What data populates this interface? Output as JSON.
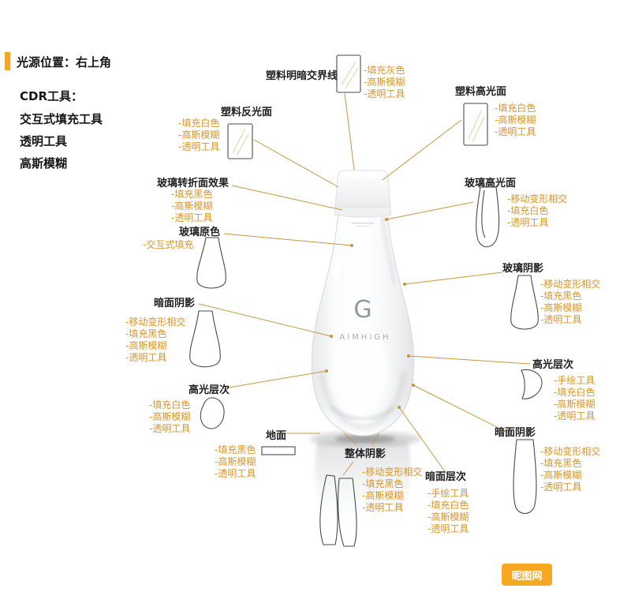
{
  "colors": {
    "accent": "#d9952a",
    "line": "#c79540",
    "bar": "#f2a52f"
  },
  "header": {
    "light_source": "光源位置：右上角",
    "tools_title": "CDR工具：",
    "tools": [
      "交互式填充工具",
      "透明工具",
      "高斯模糊"
    ]
  },
  "bottle": {
    "logo_letter": "G",
    "brand": "AIMHIGH"
  },
  "callouts": [
    {
      "title": "塑料明暗交界线",
      "items": [
        "-填充灰色",
        "-高斯模糊",
        "-透明工具"
      ]
    },
    {
      "title": "塑料高光面",
      "items": [
        "-填充白色",
        "-高斯模糊",
        "-透明工具"
      ]
    },
    {
      "title": "塑料反光面",
      "items": [
        "-填充白色",
        "-高斯模糊",
        "-透明工具"
      ]
    },
    {
      "title": "玻璃转折面效果",
      "items": [
        "-填充黑色",
        "-高斯模糊",
        "-透明工具"
      ]
    },
    {
      "title": "玻璃原色",
      "items": [
        "-交互式填充"
      ]
    },
    {
      "title": "暗面阴影",
      "items": [
        "-移动变形相交",
        "-填充黑色",
        "-高斯模糊",
        "-透明工具"
      ]
    },
    {
      "title": "高光层次",
      "items": [
        "-填充白色",
        "-高斯模糊",
        "-透明工具"
      ]
    },
    {
      "title": "地面",
      "items": [
        "-填充黑色",
        "-高斯模糊",
        "-透明工具"
      ]
    },
    {
      "title": "整体阴影",
      "items": [
        "-移动变形相交",
        "-填充黑色",
        "-高斯模糊",
        "-透明工具"
      ]
    },
    {
      "title": "暗面层次",
      "items": [
        "-手绘工具",
        "-填充白色",
        "-高斯模糊",
        "-透明工具"
      ]
    },
    {
      "title": "暗面阴影",
      "items": [
        "-移动变形相交",
        "-填充黑色",
        "-高斯模糊",
        "-透明工具"
      ]
    },
    {
      "title": "高光层次",
      "items": [
        "-手绘工具",
        "-填充白色",
        "-高斯模糊",
        "-透明工具"
      ]
    },
    {
      "title": "玻璃阴影",
      "items": [
        "-移动变形相交",
        "-填充黑色",
        "-高斯模糊",
        "-透明工具"
      ]
    },
    {
      "title": "玻璃高光面",
      "items": [
        "-移动变形相交",
        "-填充白色",
        "-透明工具"
      ]
    }
  ],
  "watermark": {
    "text": "昵图网"
  }
}
